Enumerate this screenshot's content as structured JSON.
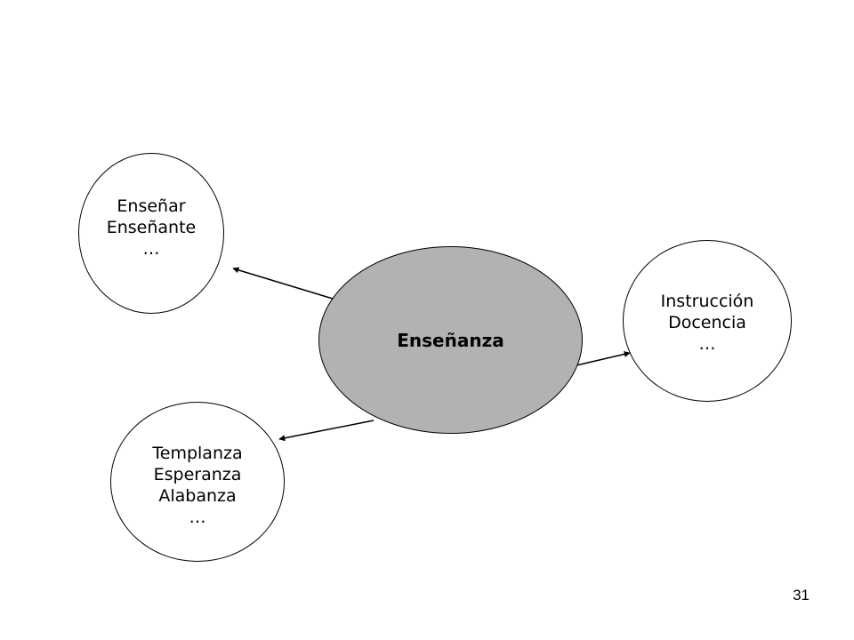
{
  "colors": {
    "center_fill": "#b2b2b2",
    "outline": "#000000",
    "background": "#ffffff"
  },
  "diagram": {
    "center": {
      "label": "Enseñanza"
    },
    "nodes": [
      {
        "id": "ensenar",
        "lines": [
          "Enseñar",
          "Enseñante",
          "…"
        ]
      },
      {
        "id": "instruccion",
        "lines": [
          "Instrucción",
          "Docencia",
          "…"
        ]
      },
      {
        "id": "templanza",
        "lines": [
          "Templanza",
          "Esperanza",
          "Alabanza",
          "…"
        ]
      }
    ]
  },
  "footer": {
    "page_number": "31"
  }
}
